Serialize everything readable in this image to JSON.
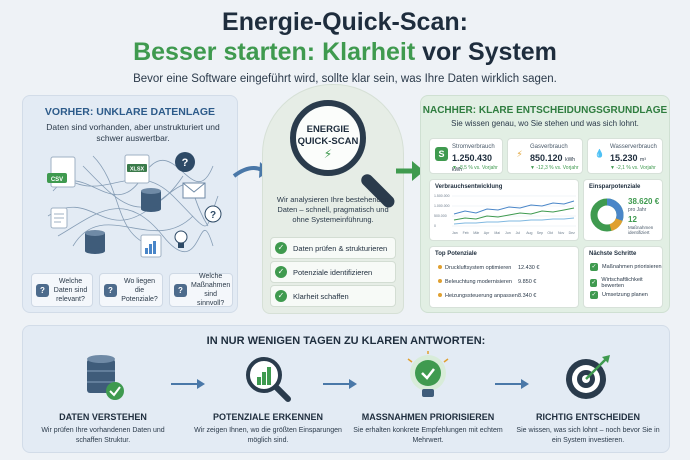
{
  "header": {
    "title": "Energie-Quick-Scan:",
    "subtitle_green": "Besser starten: Klarheit",
    "subtitle_dark": "vor System",
    "tagline": "Bevor eine Software eingeführt wird, sollte klar sein, was Ihre Daten wirklich sagen."
  },
  "left": {
    "title": "VORHER: UNKLARE DATENLAGE",
    "description": "Daten sind vorhanden, aber unstrukturiert und schwer auswertbar.",
    "file_labels": [
      "CSV",
      "XLSX"
    ],
    "questions": [
      "Welche Daten sind relevant?",
      "Wo liegen die Potenziale?",
      "Welche Maßnahmen sind sinnvoll?"
    ]
  },
  "center": {
    "lens_line1": "ENERGIE",
    "lens_line2": "QUICK-SCAN",
    "description": "Wir analysieren Ihre bestehenden Daten – schnell, pragmatisch und ohne Systemeinführung.",
    "steps": [
      "Daten prüfen & strukturieren",
      "Potenziale identifizieren",
      "Klarheit schaffen"
    ]
  },
  "right": {
    "title": "NACHHER: KLARE ENTSCHEIDUNGSGRUNDLAGE",
    "description": "Sie wissen genau, wo Sie stehen und was sich lohnt.",
    "kpis": [
      {
        "label": "Stromverbrauch",
        "value": "1.250.430",
        "unit": "kWh",
        "delta": "▼ -8,5 % vs. Vorjahr",
        "icon": "S",
        "color": "#3f9a4f"
      },
      {
        "label": "Gasverbrauch",
        "value": "850.120",
        "unit": "kWh",
        "delta": "▼ -12,3 % vs. Vorjahr",
        "icon": "⚡",
        "color": "#e0a030"
      },
      {
        "label": "Wasserverbrauch",
        "value": "15.230",
        "unit": "m³",
        "delta": "▼ -2,1 % vs. Vorjahr",
        "icon": "💧",
        "color": "#4a86c8"
      }
    ],
    "trend_title": "Verbrauchsentwicklung",
    "trend_y_ticks": [
      "1.500.000",
      "1.000.000",
      "500.000",
      "0"
    ],
    "trend_months": [
      "Jan",
      "Feb",
      "Mär",
      "Apr",
      "Mai",
      "Jun",
      "Jul",
      "Aug",
      "Sep",
      "Okt",
      "Nov",
      "Dez"
    ],
    "savings_title": "Einsparpotenziale",
    "savings_value": "38.620 €",
    "savings_unit": "pro Jahr",
    "savings_count": "12",
    "savings_count_label": "Maßnahmen identifiziert",
    "top_title": "Top Potenziale",
    "top_items": [
      {
        "label": "Druckluftsystem optimieren",
        "value": "12.430 €"
      },
      {
        "label": "Beleuchtung modernisieren",
        "value": "9.850 €"
      },
      {
        "label": "Heizungssteuerung anpassen",
        "value": "8.340 €"
      }
    ],
    "next_title": "Nächste Schritte",
    "next_items": [
      "Maßnahmen priorisieren",
      "Wirtschaftlichkeit bewerten",
      "Umsetzung planen"
    ]
  },
  "bottom": {
    "title": "IN NUR WENIGEN TAGEN ZU KLAREN ANTWORTEN:",
    "items": [
      {
        "title": "DATEN VERSTEHEN",
        "desc": "Wir prüfen Ihre vorhandenen Daten und schaffen Struktur."
      },
      {
        "title": "POTENZIALE ERKENNEN",
        "desc": "Wir zeigen Ihnen, wo die größten Einsparungen möglich sind."
      },
      {
        "title": "MASSNAHMEN PRIORISIEREN",
        "desc": "Sie erhalten konkrete Empfehlungen mit echtem Mehrwert."
      },
      {
        "title": "RICHTIG ENTSCHEIDEN",
        "desc": "Sie wissen, was sich lohnt – noch bevor Sie in ein System investieren."
      }
    ]
  },
  "colors": {
    "green": "#3f9a4f",
    "navy": "#1e2d3d",
    "blue": "#2d5b8a"
  }
}
